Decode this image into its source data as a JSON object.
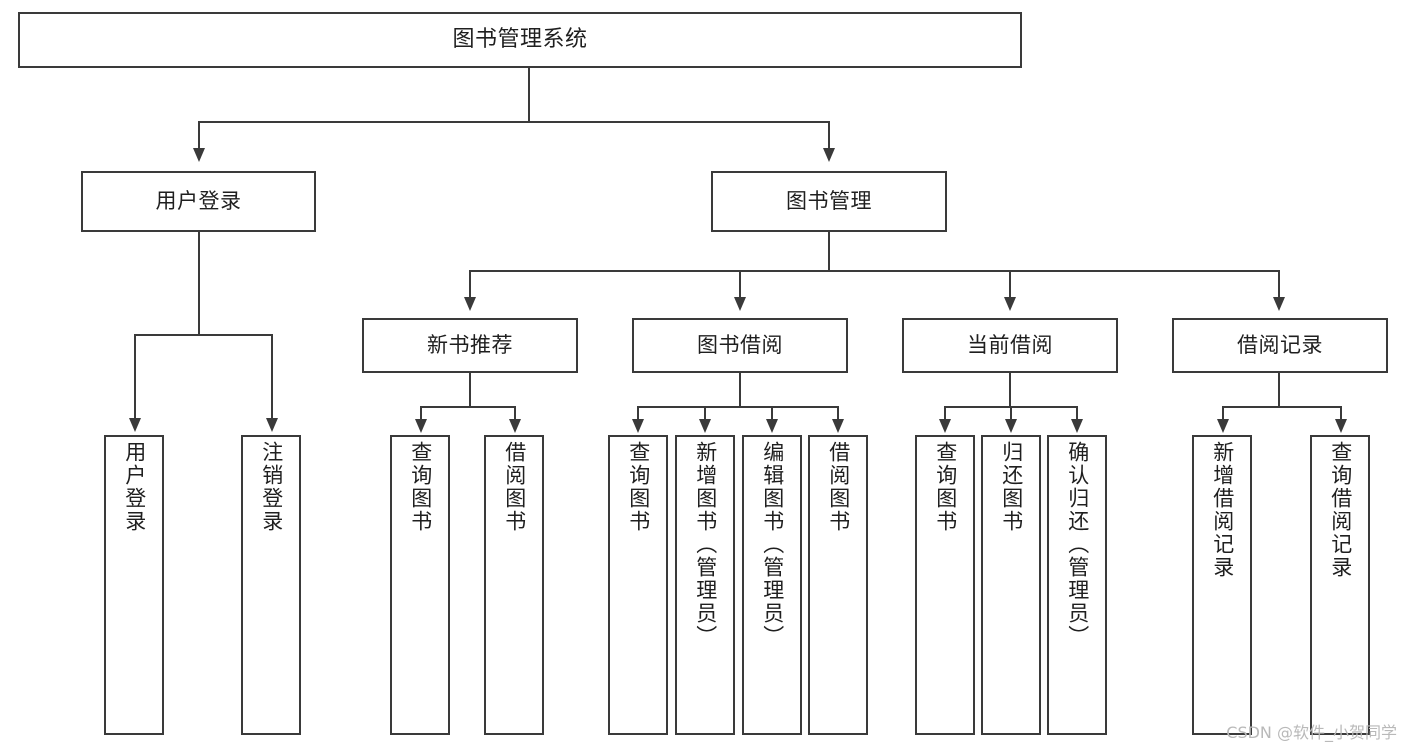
{
  "diagram": {
    "type": "tree-hierarchy",
    "title": "图书管理系统",
    "watermark": "CSDN @软件_小贺同学",
    "levels": [
      {
        "level": 1,
        "nodes": [
          {
            "id": "root",
            "label": "图书管理系统"
          }
        ]
      },
      {
        "level": 2,
        "nodes": [
          {
            "id": "user-login",
            "label": "用户登录",
            "parent": "root"
          },
          {
            "id": "book-manage",
            "label": "图书管理",
            "parent": "root"
          }
        ]
      },
      {
        "level": 3,
        "nodes": [
          {
            "id": "new-book-rec",
            "label": "新书推荐",
            "parent": "book-manage"
          },
          {
            "id": "book-borrow",
            "label": "图书借阅",
            "parent": "book-manage"
          },
          {
            "id": "current-borrow",
            "label": "当前借阅",
            "parent": "book-manage"
          },
          {
            "id": "borrow-record",
            "label": "借阅记录",
            "parent": "book-manage"
          }
        ]
      },
      {
        "level": 4,
        "nodes": [
          {
            "id": "leaf-1",
            "label": "用户登录",
            "parent": "user-login"
          },
          {
            "id": "leaf-2",
            "label": "注销登录",
            "parent": "user-login"
          },
          {
            "id": "leaf-3",
            "label": "查询图书",
            "parent": "new-book-rec"
          },
          {
            "id": "leaf-4",
            "label": "借阅图书",
            "parent": "new-book-rec"
          },
          {
            "id": "leaf-5",
            "label": "查询图书",
            "parent": "book-borrow"
          },
          {
            "id": "leaf-6",
            "label": "新增图书（管理员）",
            "parent": "book-borrow"
          },
          {
            "id": "leaf-7",
            "label": "编辑图书（管理员）",
            "parent": "book-borrow"
          },
          {
            "id": "leaf-8",
            "label": "借阅图书",
            "parent": "book-borrow"
          },
          {
            "id": "leaf-9",
            "label": "查询图书",
            "parent": "current-borrow"
          },
          {
            "id": "leaf-10",
            "label": "归还图书",
            "parent": "current-borrow"
          },
          {
            "id": "leaf-11",
            "label": "确认归还（管理员）",
            "parent": "current-borrow"
          },
          {
            "id": "leaf-12",
            "label": "新增借阅记录",
            "parent": "borrow-record"
          },
          {
            "id": "leaf-13",
            "label": "查询借阅记录",
            "parent": "borrow-record"
          }
        ]
      }
    ],
    "colors": {
      "stroke": "#3a3a3a",
      "fill": "#ffffff",
      "text": "#1f1f1f",
      "watermark": "#b9b9b9"
    }
  }
}
